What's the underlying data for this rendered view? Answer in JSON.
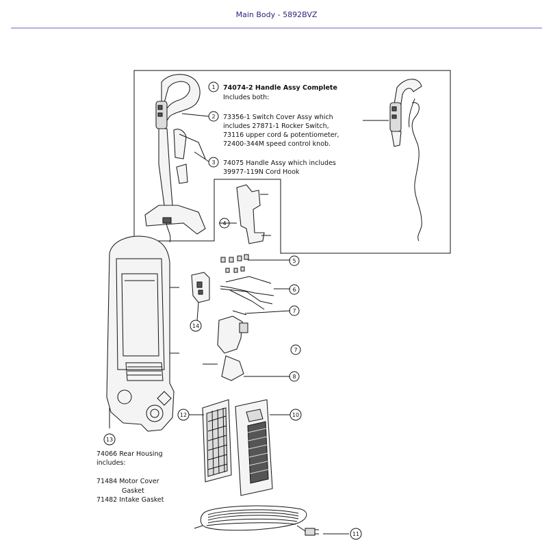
{
  "page": {
    "title": "Main Body - 5892BVZ"
  },
  "callout_box": {
    "part_1": {
      "num": "1",
      "line1": "74074-2 Handle Assy Complete",
      "line2": "Includes both:"
    },
    "part_2": {
      "num": "2",
      "line1": "73356-1 Switch Cover Assy which",
      "line2": "includes 27871-1 Rocker Switch,",
      "line3": "73116 upper cord & potentiometer,",
      "line4": "72400-344M speed control knob."
    },
    "part_3": {
      "num": "3",
      "line1": "74075 Handle Assy which includes",
      "line2": "39977-119N Cord Hook"
    }
  },
  "callouts": [
    "4",
    "5",
    "6",
    "7",
    "7",
    "8",
    "14",
    "12",
    "10",
    "13",
    "11"
  ],
  "rear_housing": {
    "line1": "74066 Rear Housing",
    "line2": "includes:",
    "line3": "71484 Motor Cover",
    "line4": "Gasket",
    "line5": "71482 Intake Gasket"
  }
}
